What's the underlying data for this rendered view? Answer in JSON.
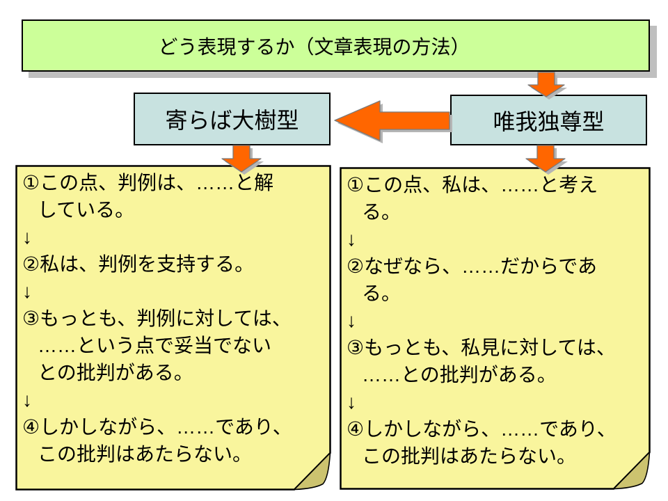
{
  "colors": {
    "green": "#ccff99",
    "blue": "#c8e2e0",
    "yellow": "#f9f59d",
    "fold": "#ccc36f",
    "orange": "#ff6600",
    "shadow": "#bfbfbf",
    "border": "#000000"
  },
  "title": {
    "text": "どう表現するか（文章表現の方法）"
  },
  "types": {
    "left": "寄らば大樹型",
    "right": "唯我独尊型"
  },
  "notes": {
    "left": {
      "lines": [
        "①この点、判例は、……と解",
        "している。",
        "↓",
        "②私は、判例を支持する。",
        "↓",
        "③もっとも、判例に対しては、",
        "……という点で妥当でない",
        "との批判がある。",
        "↓",
        "④しかしながら、……であり、",
        "この批判はあたらない。"
      ]
    },
    "right": {
      "lines": [
        "①この点、私は、……と考え",
        "る。",
        "↓",
        "②なぜなら、……だからであ",
        "る。",
        "↓",
        "③もっとも、私見に対しては、",
        "……との批判がある。",
        "↓",
        "④しかしながら、……であり、",
        "この批判はあたらない。"
      ]
    }
  }
}
